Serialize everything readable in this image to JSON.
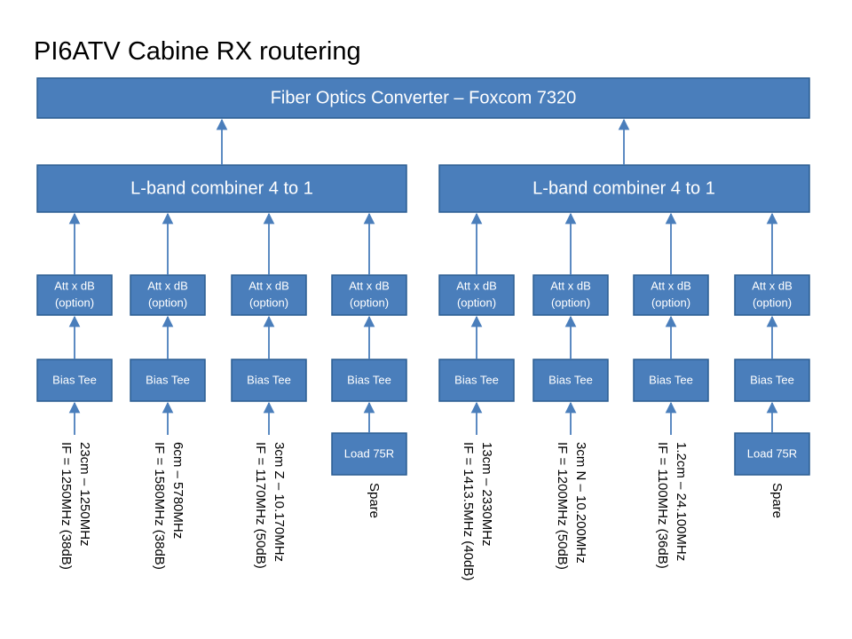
{
  "title": "PI6ATV Cabine RX routering",
  "colors": {
    "box_fill": "#4a7ebb",
    "box_stroke": "#2b5d91",
    "wire": "#4a7ebb",
    "text_on_box": "#ffffff"
  },
  "converter": {
    "label": "Fiber Optics Converter – Foxcom 7320"
  },
  "combiners": [
    {
      "label": "L-band combiner 4 to 1"
    },
    {
      "label": "L-band combiner 4 to 1"
    }
  ],
  "channels": [
    {
      "att": "Att x dB",
      "option": "(option)",
      "bias": "Bias Tee",
      "lines": [
        "23cm – 1250MHz",
        "IF = 1250MHz (38dB)"
      ]
    },
    {
      "att": "Att x dB",
      "option": "(option)",
      "bias": "Bias Tee",
      "lines": [
        "6cm – 5780MHz",
        "IF = 1580MHz (38dB)"
      ]
    },
    {
      "att": "Att x dB",
      "option": "(option)",
      "bias": "Bias Tee",
      "lines": [
        "3cm Z – 10.170MHz",
        "IF = 1170MHz (50dB)"
      ]
    },
    {
      "att": "Att x dB",
      "option": "(option)",
      "bias": "Bias Tee",
      "load": "Load 75R",
      "lines": [
        "Spare"
      ]
    },
    {
      "att": "Att x dB",
      "option": "(option)",
      "bias": "Bias Tee",
      "lines": [
        "13cm – 2330MHz",
        "IF = 1413.5MHz (40dB)"
      ]
    },
    {
      "att": "Att x dB",
      "option": "(option)",
      "bias": "Bias Tee",
      "lines": [
        "3cm N – 10.200MHz",
        "IF = 1200MHz (50dB)"
      ]
    },
    {
      "att": "Att x dB",
      "option": "(option)",
      "bias": "Bias Tee",
      "lines": [
        "1.2cm – 24.100MHz",
        "IF = 1100MHz (36dB)"
      ]
    },
    {
      "att": "Att x dB",
      "option": "(option)",
      "bias": "Bias Tee",
      "load": "Load 75R",
      "lines": [
        "Spare"
      ]
    }
  ]
}
